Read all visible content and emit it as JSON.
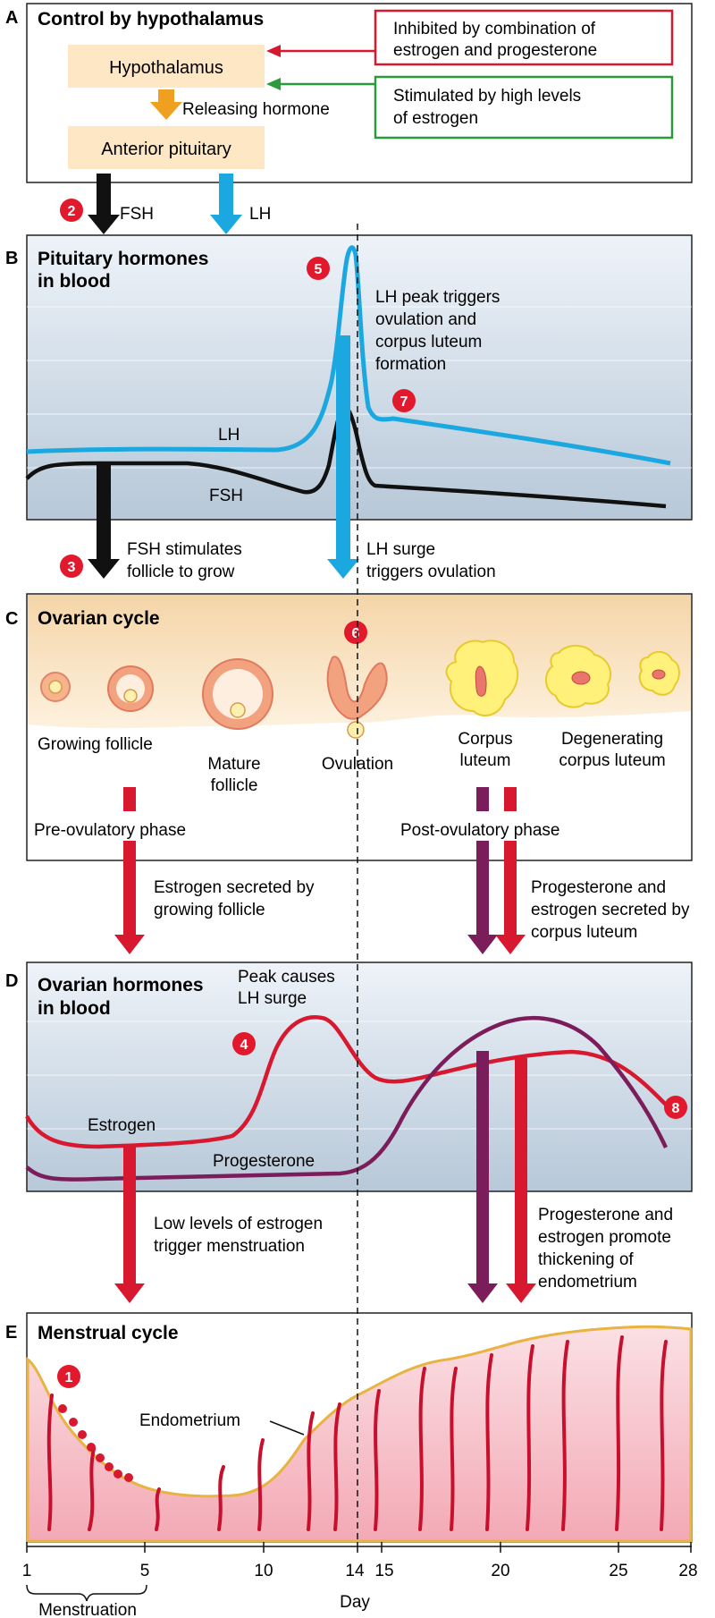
{
  "panel_a": {
    "letter": "A",
    "title": "Control by hypothalamus",
    "hypothalamus": "Hypothalamus",
    "anterior_pituitary": "Anterior pituitary",
    "releasing_hormone": "Releasing hormone",
    "inhibited_line1": "Inhibited by combination of",
    "inhibited_line2": "estrogen and progesterone",
    "stimulated_line1": "Stimulated by high levels",
    "stimulated_line2": "of estrogen",
    "fsh_label": "FSH",
    "lh_label": "LH",
    "step": "2"
  },
  "panel_b": {
    "letter": "B",
    "title_line1": "Pituitary hormones",
    "title_line2": "in blood",
    "peak_line1": "LH peak triggers",
    "peak_line2": "ovulation and",
    "peak_line3": "corpus luteum",
    "peak_line4": "formation",
    "lh_curve": "LH",
    "fsh_curve": "FSH",
    "step_peak": "5",
    "step_after": "7",
    "fsh_arrow_line1": "FSH stimulates",
    "fsh_arrow_line2": "follicle to grow",
    "lh_arrow_line1": "LH surge",
    "lh_arrow_line2": "triggers ovulation",
    "step_fsh": "3"
  },
  "panel_c": {
    "letter": "C",
    "title": "Ovarian cycle",
    "growing_follicle": "Growing follicle",
    "mature_line1": "Mature",
    "mature_line2": "follicle",
    "ovulation": "Ovulation",
    "corpus_line1": "Corpus",
    "corpus_line2": "luteum",
    "degen_line1": "Degenerating",
    "degen_line2": "corpus luteum",
    "pre_phase": "Pre-ovulatory phase",
    "post_phase": "Post-ovulatory phase",
    "step": "6",
    "est_line1": "Estrogen secreted by",
    "est_line2": "growing follicle",
    "prog_line1": "Progesterone and",
    "prog_line2": "estrogen secreted by",
    "prog_line3": "corpus luteum"
  },
  "panel_d": {
    "letter": "D",
    "title_line1": "Ovarian hormones",
    "title_line2": "in blood",
    "peak_line1": "Peak causes",
    "peak_line2": "LH surge",
    "estrogen": "Estrogen",
    "progesterone": "Progesterone",
    "step_peak": "4",
    "step_end": "8",
    "low_line1": "Low levels of estrogen",
    "low_line2": "trigger menstruation",
    "promote_line1": "Progesterone and",
    "promote_line2": "estrogen promote",
    "promote_line3": "thickening of",
    "promote_line4": "endometrium"
  },
  "panel_e": {
    "letter": "E",
    "title": "Menstrual cycle",
    "endometrium": "Endometrium",
    "step": "1"
  },
  "axis": {
    "ticks": [
      "1",
      "5",
      "10",
      "14",
      "15",
      "20",
      "25",
      "28"
    ],
    "label": "Day",
    "menstruation": "Menstruation"
  },
  "colors": {
    "lh_blue": "#1ba8e0",
    "fsh_black": "#111111",
    "estrogen_red": "#d7182f",
    "progesterone_purple": "#7b1d5b",
    "releasing_orange": "#f0a020",
    "step_badge_red": "#e2192c",
    "inhibit_border": "#d7182f",
    "stimulate_border": "#2a9a3a"
  }
}
